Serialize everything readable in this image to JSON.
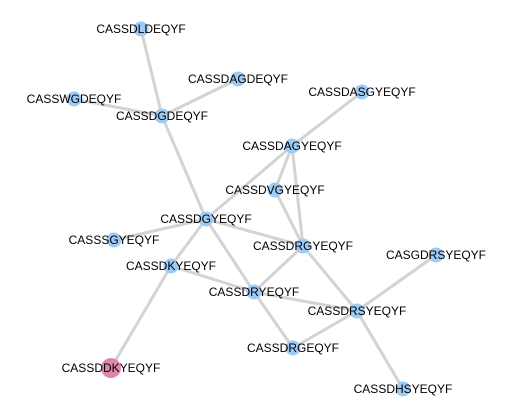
{
  "colors": {
    "edge": "#d3d3d3",
    "node_default": "#9ecbf5",
    "node_highlight": "#de86ad"
  },
  "graph": {
    "nodes": [
      {
        "id": "n1",
        "label": "CASSDLDEQYF",
        "highlight": false
      },
      {
        "id": "n2",
        "label": "CASSWGDEQYF",
        "highlight": false
      },
      {
        "id": "n3",
        "label": "CASSDGDEQYF",
        "highlight": false
      },
      {
        "id": "n4",
        "label": "CASSDAGDEQYF",
        "highlight": false
      },
      {
        "id": "n5",
        "label": "CASSDASGYEQYF",
        "highlight": false
      },
      {
        "id": "n6",
        "label": "CASSDAGYEQYF",
        "highlight": false
      },
      {
        "id": "n7",
        "label": "CASSDVGYEQYF",
        "highlight": false
      },
      {
        "id": "n8",
        "label": "CASSDGYEQYF",
        "highlight": false
      },
      {
        "id": "n9",
        "label": "CASSSGYEQYF",
        "highlight": false
      },
      {
        "id": "n10",
        "label": "CASSDRGYEQYF",
        "highlight": false
      },
      {
        "id": "n11",
        "label": "CASGDRSYEQYF",
        "highlight": false
      },
      {
        "id": "n12",
        "label": "CASSDKYEQYF",
        "highlight": false
      },
      {
        "id": "n13",
        "label": "CASSDRYEQYF",
        "highlight": false
      },
      {
        "id": "n14",
        "label": "CASSDRSYEQYF",
        "highlight": false
      },
      {
        "id": "n15",
        "label": "CASSDRGEQYF",
        "highlight": false
      },
      {
        "id": "n16",
        "label": "CASSDDKYEQYF",
        "highlight": true
      },
      {
        "id": "n17",
        "label": "CASSDHSYEQYF",
        "highlight": false
      }
    ],
    "edges": [
      {
        "source": "n1",
        "target": "n3"
      },
      {
        "source": "n2",
        "target": "n3"
      },
      {
        "source": "n3",
        "target": "n4"
      },
      {
        "source": "n3",
        "target": "n8"
      },
      {
        "source": "n5",
        "target": "n6"
      },
      {
        "source": "n6",
        "target": "n7"
      },
      {
        "source": "n6",
        "target": "n8"
      },
      {
        "source": "n6",
        "target": "n10"
      },
      {
        "source": "n7",
        "target": "n10"
      },
      {
        "source": "n8",
        "target": "n9"
      },
      {
        "source": "n8",
        "target": "n10"
      },
      {
        "source": "n8",
        "target": "n12"
      },
      {
        "source": "n8",
        "target": "n13"
      },
      {
        "source": "n10",
        "target": "n13"
      },
      {
        "source": "n10",
        "target": "n14"
      },
      {
        "source": "n11",
        "target": "n14"
      },
      {
        "source": "n12",
        "target": "n13"
      },
      {
        "source": "n12",
        "target": "n16"
      },
      {
        "source": "n13",
        "target": "n14"
      },
      {
        "source": "n13",
        "target": "n15"
      },
      {
        "source": "n14",
        "target": "n15"
      },
      {
        "source": "n14",
        "target": "n17"
      }
    ]
  }
}
